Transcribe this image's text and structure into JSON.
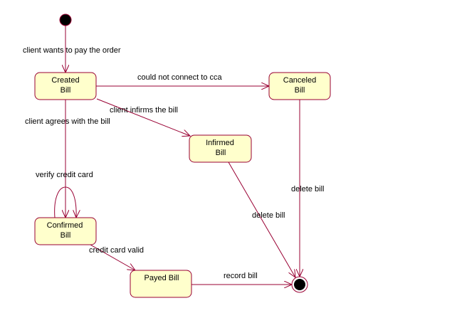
{
  "states": {
    "created": [
      "Created",
      "Bill"
    ],
    "canceled": [
      "Canceled",
      "Bill"
    ],
    "infirmed": [
      "Infirmed",
      "Bill"
    ],
    "confirmed": [
      "Confirmed",
      "Bill"
    ],
    "payed": [
      "Payed Bill"
    ]
  },
  "transitions": {
    "start_to_created": "client wants to pay the order",
    "created_to_canceled": "could not connect to cca",
    "created_to_infirmed": "client infirms the bill",
    "created_to_confirmed": "client agrees with the bill",
    "confirmed_self": "verify credit card",
    "confirmed_to_payed": "credit card valid",
    "payed_to_end": "record bill",
    "canceled_to_end": "delete bill",
    "infirmed_to_end": "delete bill"
  },
  "colors": {
    "stroke": "#990033",
    "fill": "#ffffcc"
  }
}
